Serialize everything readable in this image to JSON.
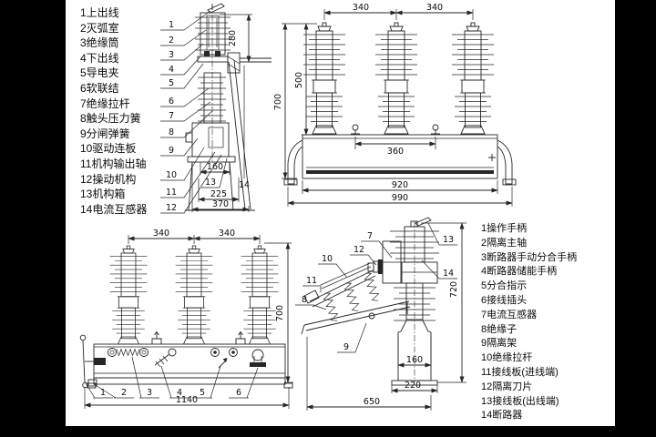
{
  "colors": {
    "background": "#000000",
    "paper": "#ffffff",
    "line": "#262626",
    "text": "#0b0b0b"
  },
  "legend_top_left": {
    "items": [
      "1上出线",
      "2灭弧室",
      "3绝缘筒",
      "4下出线",
      "5导电夹",
      "6软联结",
      "7绝缘拉杆",
      "8触头压力簧",
      "9分闸弹簧",
      "10驱动连板",
      "11机构输出轴",
      "12操动机构",
      "13机构箱",
      "14电流互感器"
    ]
  },
  "legend_bottom_right": {
    "items": [
      "1操作手柄",
      "2隔离主轴",
      "3断路器手动分合手柄",
      "4断路器储能手柄",
      "5分合指示",
      "6接线插头",
      "7电流互感器",
      "8绝缘子",
      "9隔离架",
      "10绝缘拉杆",
      "11接线板(进线端)",
      "12隔离刀片",
      "13接线板(出线端)",
      "14断路器"
    ]
  },
  "views": {
    "pole_side": {
      "callouts": [
        "1",
        "2",
        "3",
        "4",
        "5",
        "6",
        "7",
        "8",
        "9",
        "10",
        "11",
        "12",
        "13",
        "14"
      ],
      "dims": {
        "d280": "280",
        "d160": "160",
        "d225": "225",
        "d370": "370"
      }
    },
    "breaker_front": {
      "dims": {
        "pitch1": "340",
        "pitch2": "340",
        "h700": "700",
        "h500": "500",
        "d360": "360",
        "d920": "920",
        "d990": "990"
      }
    },
    "assembly_front": {
      "callouts": [
        "1",
        "2",
        "3",
        "4",
        "5",
        "6"
      ],
      "dims": {
        "pitch1": "340",
        "pitch2": "340",
        "h700": "700",
        "d1140": "1140"
      }
    },
    "assembly_side": {
      "callouts": [
        "7",
        "12",
        "10",
        "11",
        "8",
        "9",
        "13",
        "14"
      ],
      "dims": {
        "h720": "720",
        "d160": "160",
        "d220": "220",
        "d650": "650"
      }
    }
  }
}
